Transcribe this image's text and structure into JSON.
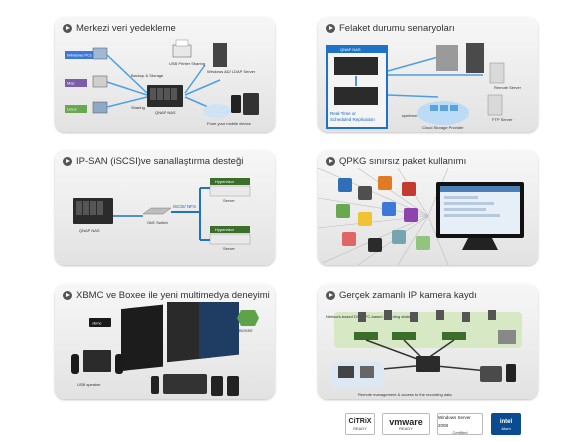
{
  "panels": [
    {
      "title": "Merkezi veri yedekleme",
      "labels": [
        "Windows PCs",
        "Mac",
        "Linux",
        "USB Printer Sharing",
        "Windows AD/ LDAP Server",
        "Backup & Storage",
        "Sharing",
        "QNAP NAS",
        "From your mobile device"
      ]
    },
    {
      "title": "Felaket durumu senaryoları",
      "labels": [
        "QNAP NAS",
        "Real-Time or",
        "Scheduled Replication",
        "Cloud Storage Provider",
        "Remote Server",
        "FTP Server",
        "symform"
      ]
    },
    {
      "title": "IP-SAN (iSCSI)ve sanallaştırma desteği",
      "labels": [
        "QNAP NAS",
        "GbE Switch",
        "iSCSI/ NFS",
        "Hypervisor",
        "Server",
        "Hypervisor",
        "Server"
      ]
    },
    {
      "title": "QPKG sınırsız paket kullanımı",
      "labels": []
    },
    {
      "title": "XBMC ve Boxee ile yeni multimedya deneyimi",
      "labels": [
        "xbmc",
        "BOXEE",
        "USB speaker"
      ]
    },
    {
      "title": "Gerçek zamanlı IP kamera kaydı",
      "labels": [
        "Network-based DVR, PC-based recording station",
        "Remote management & access to the recording data"
      ]
    }
  ],
  "logos": {
    "citrix": {
      "main": "CiTRiX",
      "sub": "READY"
    },
    "vmware": {
      "main": "vmware",
      "sub": "READY"
    },
    "windows": {
      "main": "Windows Server 2008",
      "sub": "Certified"
    },
    "intel": {
      "main": "intel",
      "sub": "Atom"
    }
  },
  "colors": {
    "nas_black": "#2b2b2b",
    "accent_blue": "#1e73c8",
    "hypervisor_green": "#3a6e2a",
    "pc_purple": "#7b5ea7",
    "pc_green": "#6aa84f",
    "pc_blue": "#3c78d8"
  }
}
